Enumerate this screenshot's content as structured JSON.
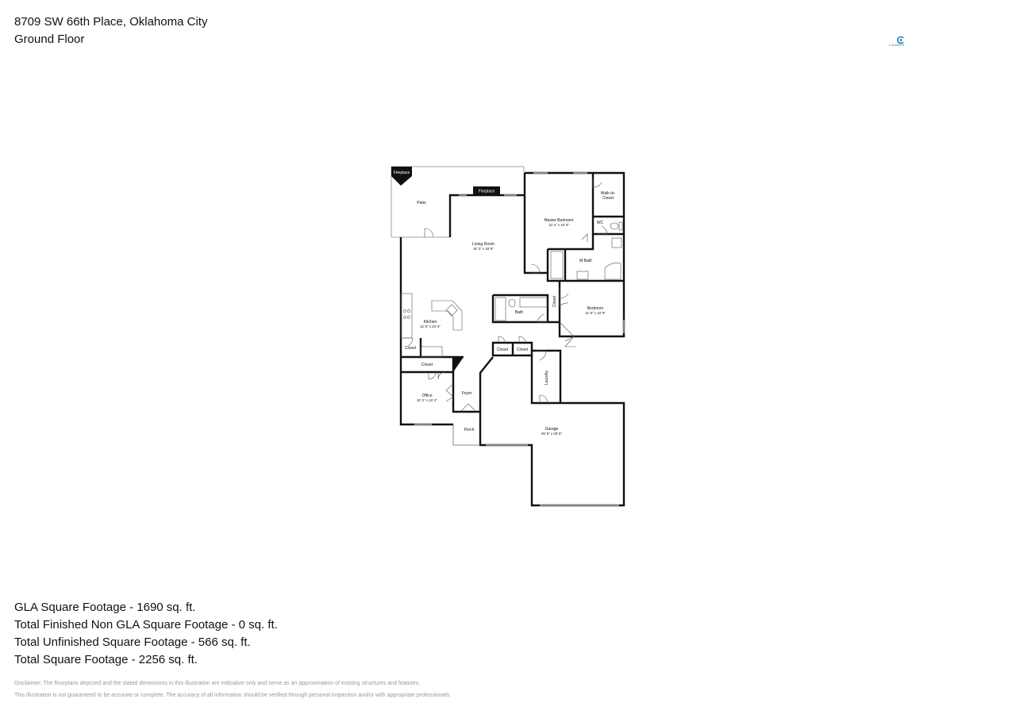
{
  "header": {
    "address": "8709 SW 66th Place, Oklahoma City",
    "floor": "Ground Floor"
  },
  "logo": {
    "text": "CAMBEE",
    "color": "#1b7fa8"
  },
  "rooms": {
    "patio": {
      "label": "Patio"
    },
    "fireplace_outdoor": {
      "label": "Fireplace"
    },
    "fireplace": {
      "label": "Fireplace"
    },
    "living_room": {
      "label": "Living Room",
      "dims": "16' 3\" x 19' 9\""
    },
    "master_bedroom": {
      "label": "Master Bedroom",
      "dims": "13' 4\" x 16' 5\""
    },
    "walk_in_closet": {
      "label_line1": "Walk-In-",
      "label_line2": "Closet"
    },
    "wc": {
      "label": "WC"
    },
    "mbath": {
      "label": "M.Bath"
    },
    "bath": {
      "label": "Bath"
    },
    "closet_hall": {
      "label": "Closet"
    },
    "bedroom": {
      "label": "Bedroom",
      "dims": "12' 6\" x 10' 9\""
    },
    "kitchen": {
      "label": "Kitchen",
      "dims": "12' 5\" x 23' 6\""
    },
    "closet_kitchen": {
      "label": "Closet"
    },
    "closet_office": {
      "label": "Closet"
    },
    "closet_a": {
      "label": "Closet"
    },
    "closet_b": {
      "label": "Closet"
    },
    "laundry": {
      "label": "Laundry"
    },
    "office": {
      "label": "Office",
      "dims": "10' 2\" x 10' 2\""
    },
    "foyer": {
      "label": "Foyer"
    },
    "porch": {
      "label": "Porch"
    },
    "garage": {
      "label": "Garage",
      "dims": "26' 5\" x 29' 8\""
    }
  },
  "stats": {
    "gla": "GLA Square Footage - 1690 sq. ft.",
    "non_gla": "Total Finished Non GLA Square Footage - 0 sq. ft.",
    "unfinished": "Total Unfinished Square Footage - 566 sq. ft.",
    "total": "Total Square Footage - 2256 sq. ft."
  },
  "disclaimer": {
    "line1": "Disclaimer: The floorplans depicted and the stated dimensions in this illustration are indicative only and serve as an approximation of existing structures and features.",
    "line2": "This illustration is not guaranteed to be accurate or complete. The accuracy of all information should be verified through personal inspection and/or with appropriate professionals."
  }
}
